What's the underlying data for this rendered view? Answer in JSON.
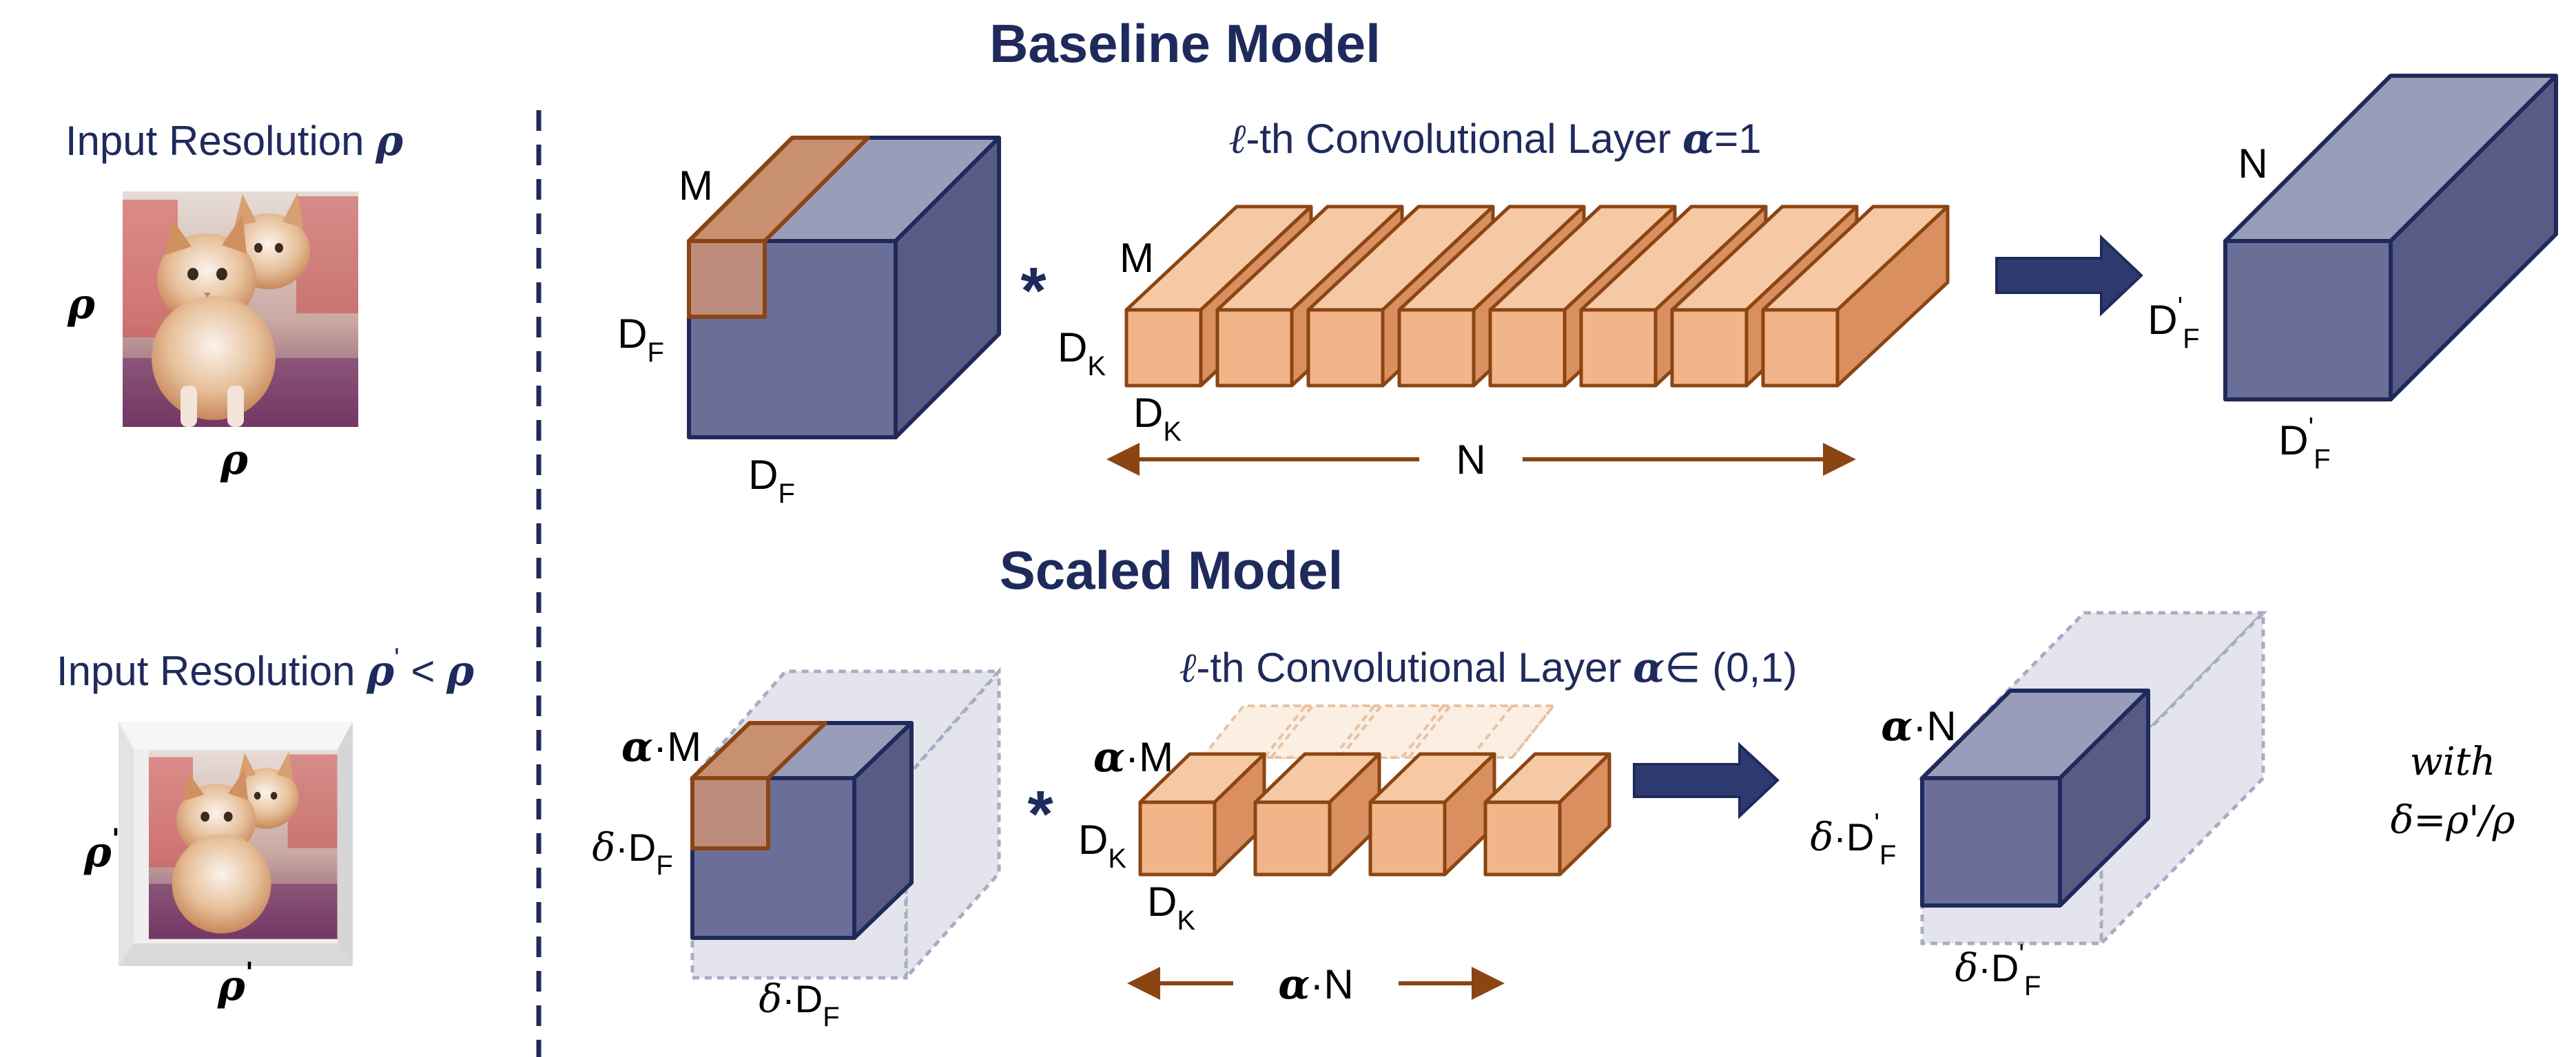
{
  "baseline": {
    "title": "Baseline Model",
    "input_label_prefix": "Input Resolution",
    "rho": "ρ",
    "image_side_label": "ρ",
    "image_bottom_label": "ρ",
    "layer_label_ell": "ℓ",
    "layer_label_text": "-th Convolutional Layer",
    "layer_label_alpha": "α",
    "layer_label_value": "=1",
    "input_depth_label": "M",
    "input_height_base": "D",
    "input_height_sub": "F",
    "input_width_base": "D",
    "input_width_sub": "F",
    "conv_symbol": "*",
    "kernel_depth_label": "M",
    "kernel_size_base": "D",
    "kernel_size_sub": "K",
    "kernel_size2_base": "D",
    "kernel_size2_sub": "K",
    "num_filters_label": "N",
    "output_depth_label": "N",
    "output_height_base": "D",
    "output_height_sub": "F",
    "output_width_base": "D",
    "output_width_sub": "F",
    "prime": "'"
  },
  "scaled": {
    "title": "Scaled Model",
    "input_label_prefix": "Input Resolution",
    "rho": "ρ",
    "prime": "'",
    "lt": " < ",
    "rho2": "ρ",
    "image_side_label": "ρ",
    "image_bottom_label": "ρ",
    "layer_label_ell": "ℓ",
    "layer_label_text": "-th Convolutional Layer",
    "layer_label_alpha": "α",
    "layer_label_value": "∈ (0,1)",
    "alpha": "α",
    "dot": "·",
    "delta": "δ",
    "m_label": "M",
    "n_label": "N",
    "d_base": "D",
    "f_sub": "F",
    "k_sub": "K",
    "conv_symbol": "*",
    "with_label": "with",
    "delta_def": "δ=ρ'/ρ"
  },
  "colors": {
    "navy": "#1f2a5c",
    "cube_front": "#6b6f97",
    "cube_top": "#9a9db9",
    "cube_side": "#585c85",
    "kernel_front": "#f2b58a",
    "kernel_top": "#f6c9a5",
    "kernel_side": "#d98f5f",
    "kernel_edge": "#8b4513",
    "ghost_fill": "#e3e4ec",
    "ghost_edge": "#a9abc6",
    "arrow_brown": "#8b4513"
  },
  "icons": [
    "kitten-photo",
    "right-arrow-icon",
    "dimension-arrow-icon",
    "convolution-star-icon"
  ]
}
